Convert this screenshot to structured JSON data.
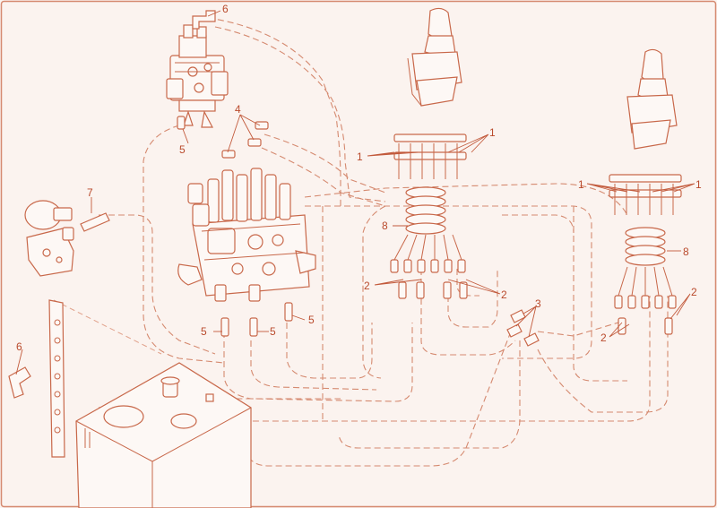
{
  "callouts": [
    {
      "id": "c6a",
      "text": "6"
    },
    {
      "id": "c4",
      "text": "4"
    },
    {
      "id": "c5a",
      "text": "5"
    },
    {
      "id": "c7",
      "text": "7"
    },
    {
      "id": "c6b",
      "text": "6"
    },
    {
      "id": "c5b",
      "text": "5"
    },
    {
      "id": "c5c",
      "text": "5"
    },
    {
      "id": "c5d",
      "text": "5"
    },
    {
      "id": "c1a",
      "text": "1"
    },
    {
      "id": "c1b",
      "text": "1"
    },
    {
      "id": "c8a",
      "text": "8"
    },
    {
      "id": "c2a",
      "text": "2"
    },
    {
      "id": "c2b",
      "text": "2"
    },
    {
      "id": "c3",
      "text": "3"
    },
    {
      "id": "c1c",
      "text": "1"
    },
    {
      "id": "c1d",
      "text": "1"
    },
    {
      "id": "c8b",
      "text": "8"
    },
    {
      "id": "c2c",
      "text": "2"
    },
    {
      "id": "c2d",
      "text": "2"
    }
  ],
  "colors": {
    "background": "#fbf3ef",
    "line": "#d58a70",
    "label": "#b94a2c"
  }
}
